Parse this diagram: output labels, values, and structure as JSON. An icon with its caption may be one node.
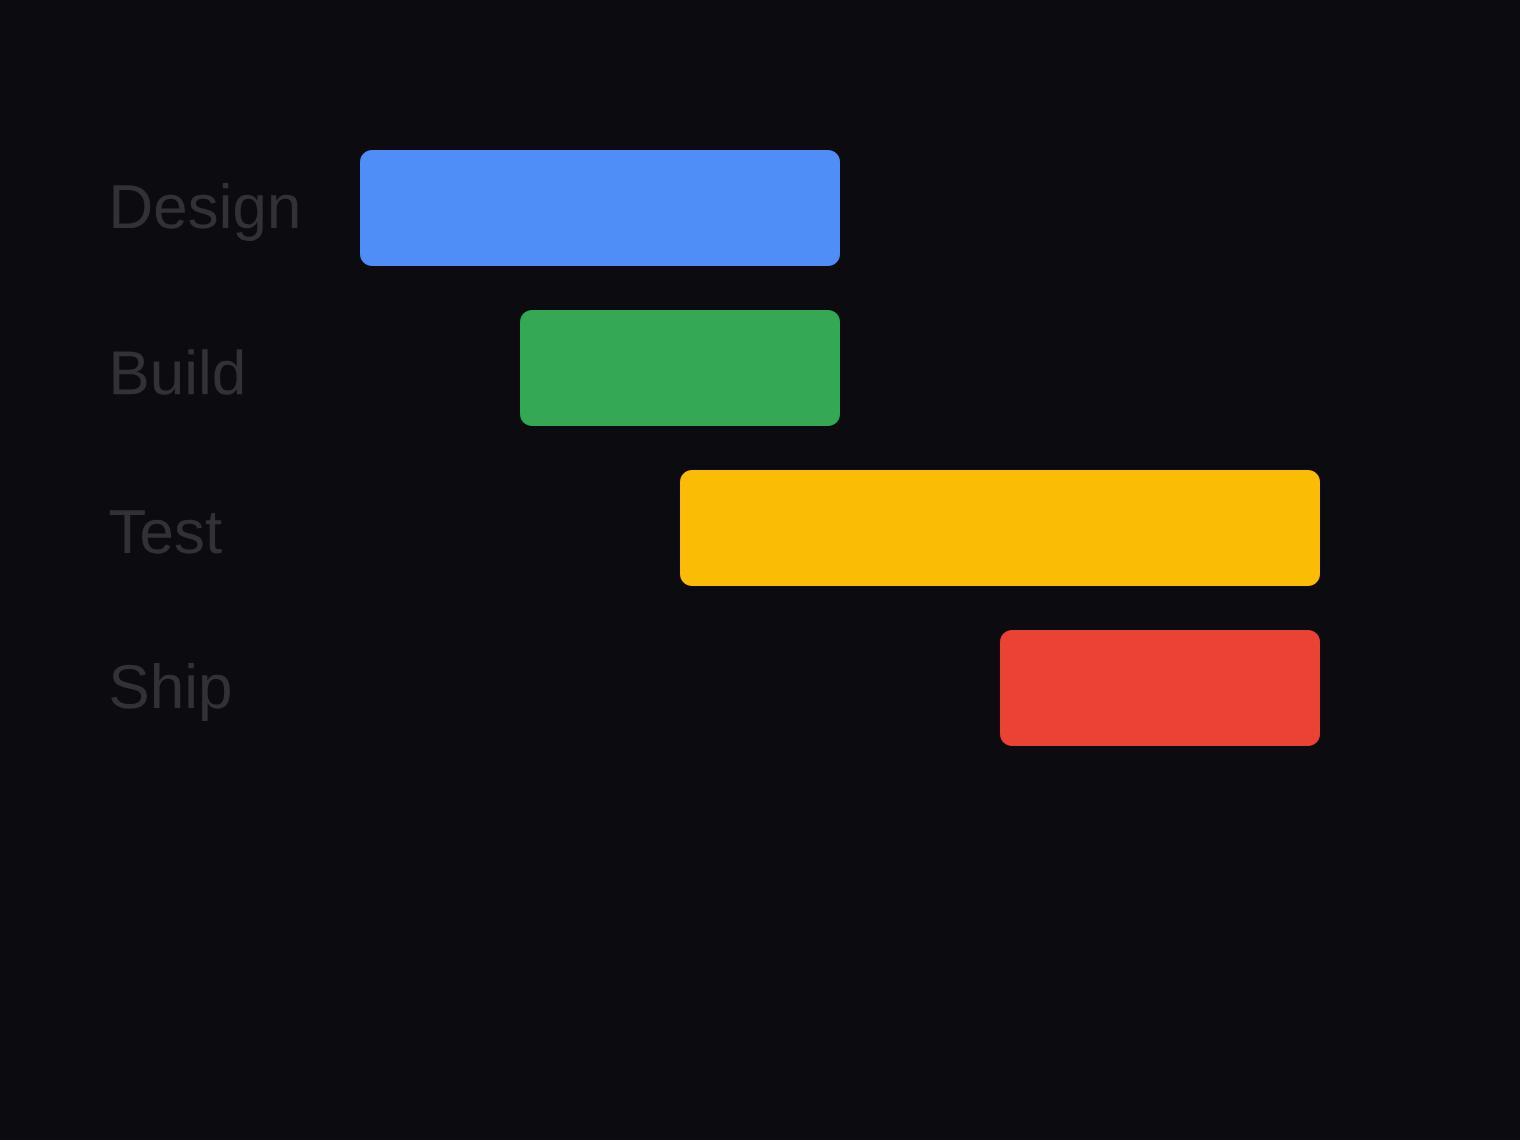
{
  "diagram": {
    "nodes": [
      {
        "text": [],
        "shape": "bar"
      },
      {
        "text": [],
        "shape": "bar"
      },
      {
        "text": [],
        "shape": "bar"
      },
      {
        "text": [],
        "shape": "bar"
      }
    ],
    "labels": [
      "Design",
      "Build",
      "Test",
      "Ship"
    ]
  }
}
